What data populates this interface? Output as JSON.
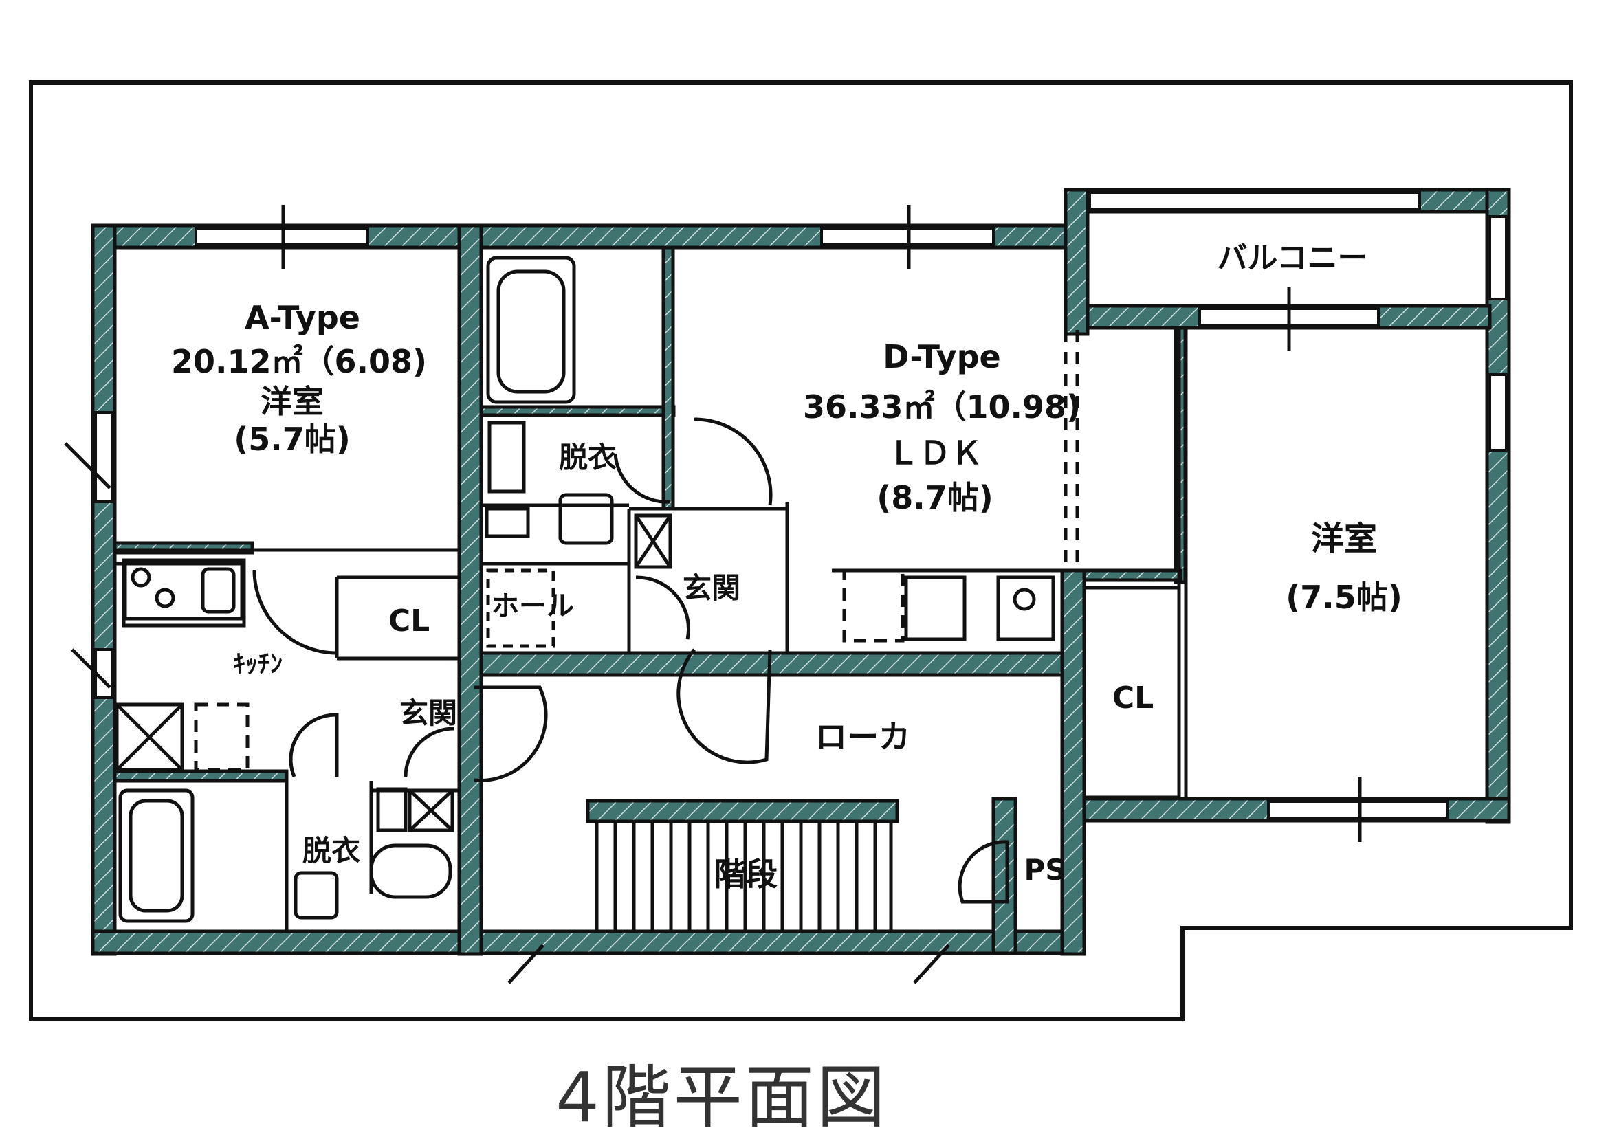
{
  "colors": {
    "wall": "#3f7471",
    "line": "#111111",
    "background": "#ffffff"
  },
  "caption": "4階平面図",
  "units": {
    "a_type": {
      "name": "A-Type",
      "area": "20.12㎡（6.08)",
      "room": "洋室",
      "size": "(5.7帖)"
    },
    "d_type": {
      "name": "D-Type",
      "area": "36.33㎡（10.98)",
      "room": "ＬＤＫ",
      "size": "(8.7帖)"
    }
  },
  "rooms": {
    "balcony": "バルコニー",
    "western_room": "洋室",
    "western_room_size": "(7.5帖)",
    "closet_a": "CL",
    "closet_d": "CL",
    "kitchen": "ｷｯﾁﾝ",
    "entrance_a": "玄関",
    "entrance_d": "玄関",
    "dressing_a": "脱衣",
    "dressing_d": "脱衣",
    "hall": "ホール",
    "corridor": "ローカ",
    "stairs": "階段",
    "pipe_space": "PS"
  },
  "icons": [
    "bathtub-icon",
    "toilet-icon",
    "washbasin-icon",
    "sink-icon",
    "stove-icon",
    "washing-machine-icon",
    "door-swing-icon",
    "window-icon",
    "stairs-icon"
  ]
}
